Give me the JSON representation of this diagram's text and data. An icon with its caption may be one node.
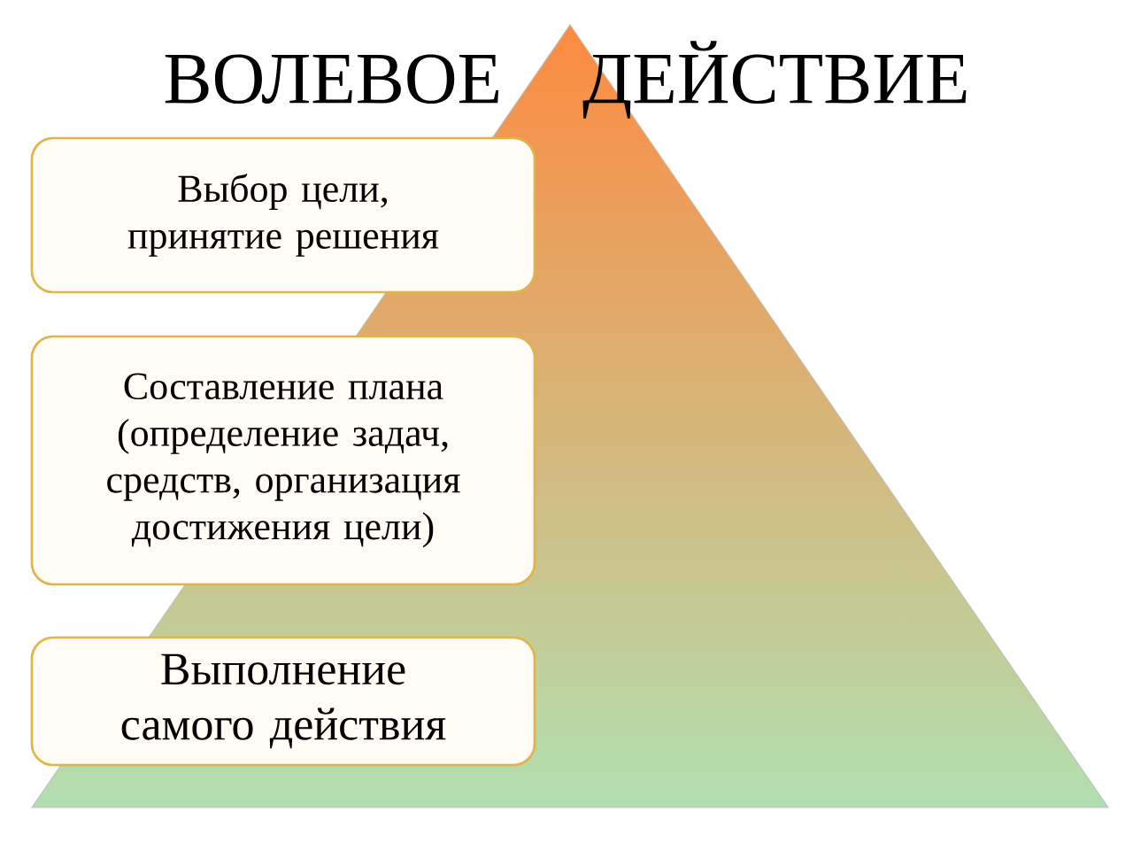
{
  "diagram": {
    "title": "ВОЛЕВОЕ ДЕЙСТВИЕ",
    "nodes": [
      {
        "text": [
          "Выбор цели, принятие решения"
        ]
      },
      {
        "text": [
          "Составление плана (определение задач, средств, организация достижения цели)"
        ]
      },
      {
        "text": [
          "Выполнение самого действия"
        ]
      }
    ]
  }
}
